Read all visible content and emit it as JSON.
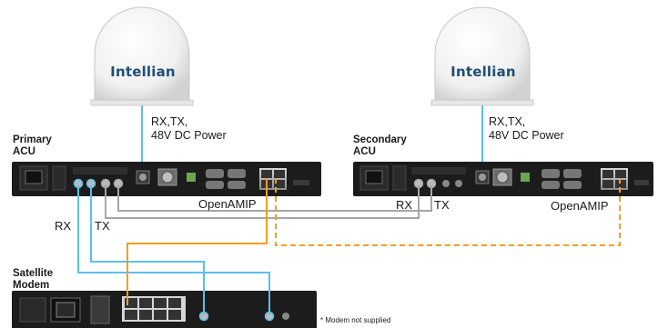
{
  "antennas": [
    {
      "logo": "Intellian"
    },
    {
      "logo": "Intellian"
    }
  ],
  "power_label_left": {
    "line1": "RX,TX,",
    "line2": "48V DC Power"
  },
  "power_label_right": {
    "line1": "RX,TX,",
    "line2": "48V DC Power"
  },
  "primary_acu": {
    "line1": "Primary",
    "line2": "ACU"
  },
  "secondary_acu": {
    "line1": "Secondary",
    "line2": "ACU"
  },
  "satellite_modem": {
    "line1": "Satellite",
    "line2": "Modem"
  },
  "labels": {
    "openamip_left": "OpenAMIP",
    "openamip_right": "OpenAMIP",
    "rx_left": "RX",
    "tx_left": "TX",
    "rx_right": "RX",
    "tx_right": "TX",
    "footnote": "* Modem not supplied"
  },
  "colors": {
    "rx_tx_cable": "#5bc0eb",
    "openamip_cable": "#f0a020",
    "inter_acu_cable": "#a6a6a6",
    "logo": "#1f4e79",
    "chassis": "#1c1c1c"
  }
}
